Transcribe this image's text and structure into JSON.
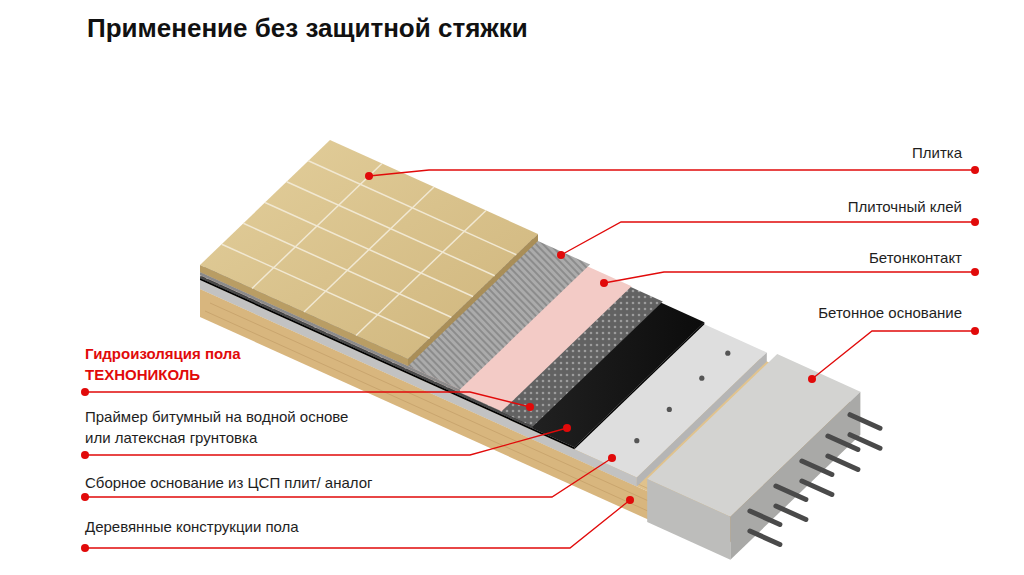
{
  "diagram": {
    "title": "Применение без защитной стяжки",
    "labels": [
      "Плитка",
      "Плиточный клей",
      "Бетонконтакт",
      "Бетонное основание",
      "Гидроизоляция пола ТЕХНОНИКОЛЬ",
      "Праймер битумный на водной основе или латексная грунтовка",
      "Сборное основание из ЦСП плит/ аналог",
      "Деревянные конструкции пола"
    ]
  }
}
